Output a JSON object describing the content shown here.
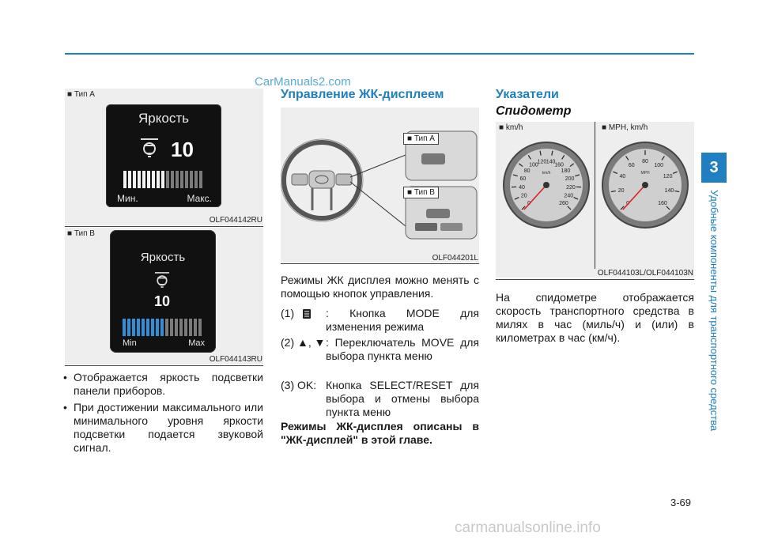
{
  "watermark_top": "CarManuals2.com",
  "watermark_bottom": "carmanualsonline.info",
  "left": {
    "fig_a": {
      "type_label": "■ Тип A",
      "panel_title": "Яркость",
      "value": "10",
      "min": "Мин.",
      "max": "Макс.",
      "code": "OLF044142RU",
      "level": 0.5
    },
    "fig_b": {
      "type_label": "■ Тип B",
      "panel_title": "Яркость",
      "value": "10",
      "min": "Min",
      "max": "Max",
      "code": "OLF044143RU",
      "level": 0.5
    },
    "bullets": [
      "Отображается яркость подсветки панели приборов.",
      "При достижении максимального или минимального уровня яркости подсветки подается звуковой сигнал."
    ]
  },
  "middle": {
    "heading": "Управление ЖК-дисплеем",
    "tag_a": "■ Тип A",
    "tag_b": "■ Тип B",
    "code": "OLF044201L",
    "intro": "Режимы ЖК дисплея можно менять с помощью кнопок управления.",
    "items": [
      {
        "key": "(1)",
        "val": ": Кнопка MODE для изменения режима"
      },
      {
        "key": "(2) ▲, ▼",
        "val": ": Переключатель MOVE для выбора пункта меню"
      },
      {
        "key": "(3) OK:",
        "val": "Кнопка SELECT/RESET для выбора и отмены выбора пункта меню"
      }
    ],
    "note": "Режимы ЖК-дисплея описаны в \"ЖК-дисплей\" в этой главе."
  },
  "right": {
    "heading": "Указатели",
    "subheading": "Спидометр",
    "label_kmh": "■ km/h",
    "label_mph": "■ MPH, km/h",
    "code": "OLF044103L/OLF044103N",
    "paragraph": "На спидометре отображается скорость транспортного средства в милях в час (миль/ч) и (или) в километрах в час (км/ч).",
    "gauge1_ticks": [
      "0",
      "20",
      "40",
      "60",
      "80",
      "100",
      "120",
      "140",
      "160",
      "180",
      "200",
      "220",
      "240",
      "260"
    ],
    "gauge1_unit": "km/h",
    "gauge2_ticks": [
      "0",
      "20",
      "40",
      "60",
      "80",
      "100",
      "120",
      "140",
      "160"
    ],
    "gauge2_unit": "MPH"
  },
  "side": {
    "chapter": "3",
    "text": "Удобные компоненты для транспортного средства"
  },
  "page": "3-69"
}
